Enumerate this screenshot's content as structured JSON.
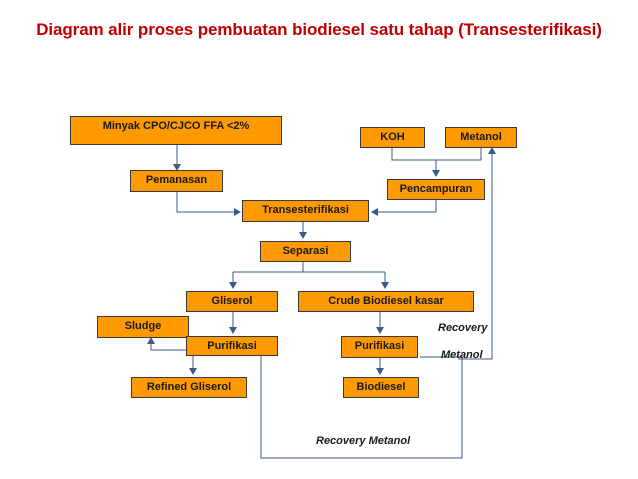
{
  "title": "Diagram alir proses pembuatan biodiesel satu tahap (Transesterifikasi)",
  "nodes": {
    "minyak": "Minyak CPO/CJCO FFA <2%",
    "koh": "KOH",
    "metanol": "Metanol",
    "pemanasan": "Pemanasan",
    "pencampuran": "Pencampuran",
    "transesterifikasi": "Transesterifikasi",
    "separasi": "Separasi",
    "gliserol": "Gliserol",
    "crude_biodiesel": "Crude Biodiesel kasar",
    "sludge": "Sludge",
    "purifikasi_gliserol": "Purifikasi",
    "purifikasi_biodiesel": "Purifikasi",
    "refined_gliserol": "Refined Gliserol",
    "biodiesel": "Biodiesel"
  },
  "labels": {
    "recovery": "Recovery",
    "metanol": "Metanol",
    "recovery_metanol": "Recovery Metanol"
  },
  "colors": {
    "title": "#c00000",
    "box_fill": "#ff9900",
    "line": "#3a5a8a"
  }
}
